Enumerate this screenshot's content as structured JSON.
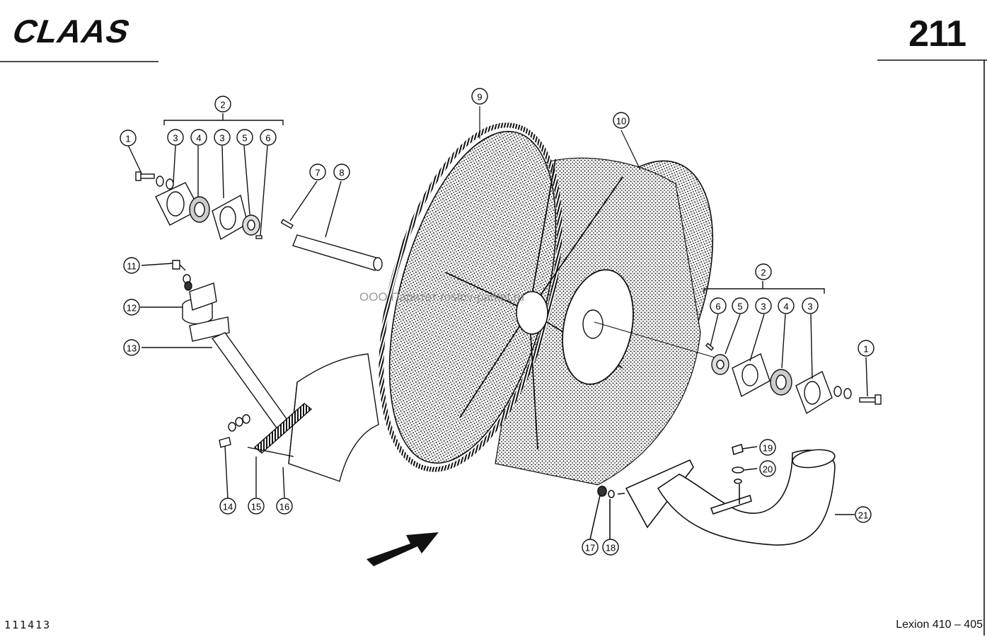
{
  "header": {
    "brand": "CLAAS",
    "page_number": "211"
  },
  "footer": {
    "drawing_number": "111413",
    "model": "Lexion 410 – 405"
  },
  "watermark": "ООО Паритет    rostov-paritet.ru",
  "callouts": [
    {
      "label": "1"
    },
    {
      "label": "2"
    },
    {
      "label": "3"
    },
    {
      "label": "4"
    },
    {
      "label": "3"
    },
    {
      "label": "5"
    },
    {
      "label": "6"
    },
    {
      "label": "7"
    },
    {
      "label": "8"
    },
    {
      "label": "9"
    },
    {
      "label": "10"
    },
    {
      "label": "11"
    },
    {
      "label": "12"
    },
    {
      "label": "13"
    },
    {
      "label": "14"
    },
    {
      "label": "15"
    },
    {
      "label": "16"
    },
    {
      "label": "2"
    },
    {
      "label": "6"
    },
    {
      "label": "5"
    },
    {
      "label": "3"
    },
    {
      "label": "4"
    },
    {
      "label": "3"
    },
    {
      "label": "1"
    },
    {
      "label": "19"
    },
    {
      "label": "20"
    },
    {
      "label": "21"
    },
    {
      "label": "17"
    },
    {
      "label": "18"
    }
  ]
}
